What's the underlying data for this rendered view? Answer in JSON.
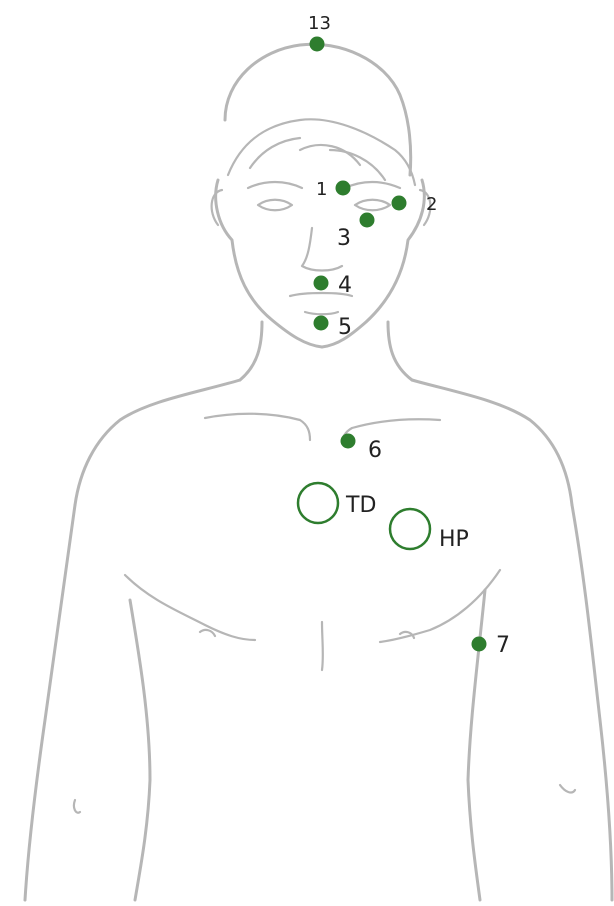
{
  "colors": {
    "point": "#2e7d2e",
    "line": "#b6b6b6",
    "label": "#222222"
  },
  "points": [
    {
      "id": "13",
      "label": "13"
    },
    {
      "id": "1",
      "label": "1"
    },
    {
      "id": "2",
      "label": "2"
    },
    {
      "id": "3",
      "label": "3"
    },
    {
      "id": "4",
      "label": "4"
    },
    {
      "id": "5",
      "label": "5"
    },
    {
      "id": "6",
      "label": "6"
    },
    {
      "id": "7",
      "label": "7"
    }
  ],
  "rings": [
    {
      "id": "TD",
      "label": "TD"
    },
    {
      "id": "HP",
      "label": "HP"
    }
  ]
}
